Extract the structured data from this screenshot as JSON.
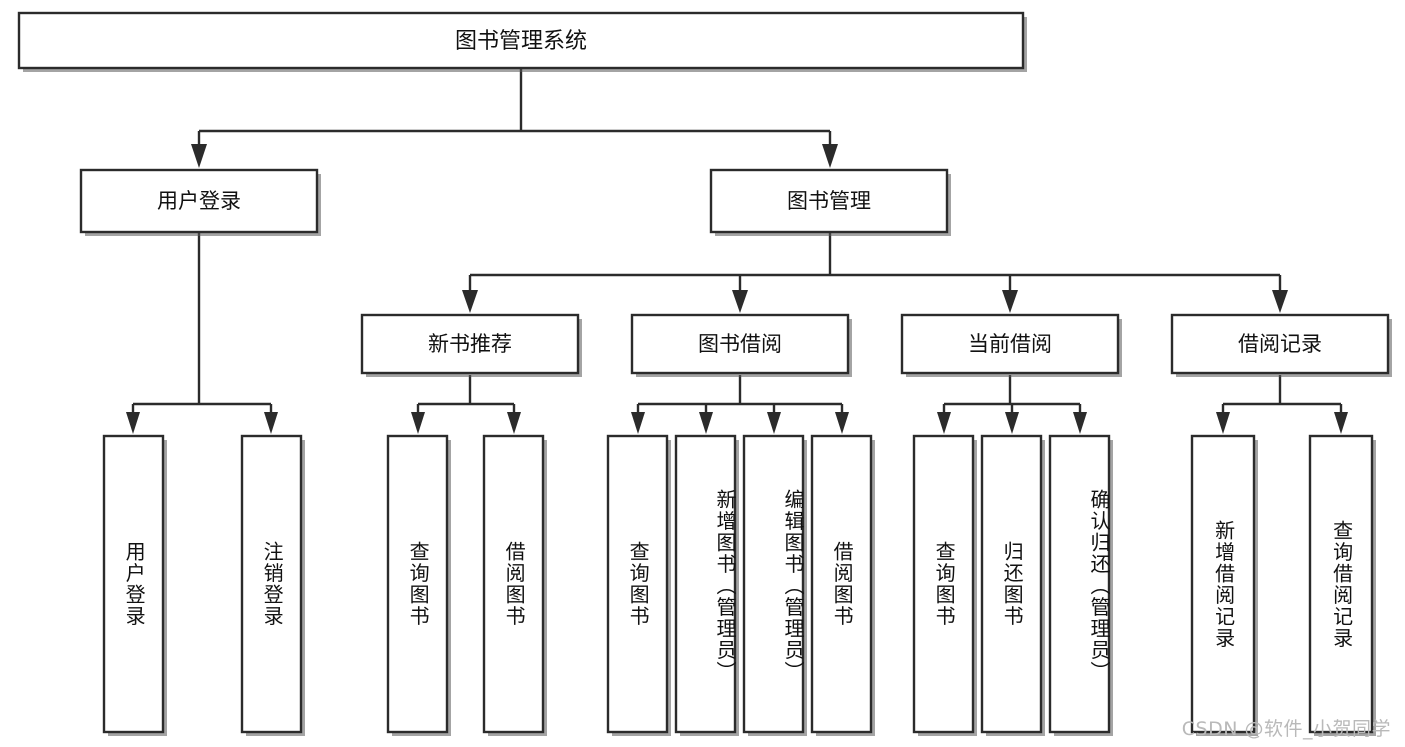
{
  "diagram": {
    "title": "图书管理系统",
    "type": "tree-hierarchy",
    "watermark": "CSDN @软件_小贺同学",
    "colors": {
      "background": "#ffffff",
      "box_stroke": "#2b2b2b",
      "box_fill": "#ffffff",
      "text": "#111111",
      "watermark": "#b9b9b9",
      "shadow": "#5a5a5a"
    },
    "nodes": {
      "root": {
        "label": "图书管理系统"
      },
      "level1": [
        {
          "id": "user-login",
          "label": "用户登录"
        },
        {
          "id": "book-manage",
          "label": "图书管理"
        }
      ],
      "level2": [
        {
          "id": "new-book-rec",
          "label": "新书推荐"
        },
        {
          "id": "book-borrow",
          "label": "图书借阅"
        },
        {
          "id": "current-borrow",
          "label": "当前借阅"
        },
        {
          "id": "borrow-record",
          "label": "借阅记录"
        }
      ],
      "leaves": [
        {
          "id": "leaf-user-login",
          "label": "用户登录",
          "parent": "user-login"
        },
        {
          "id": "leaf-user-logout",
          "label": "注销登录",
          "parent": "user-login"
        },
        {
          "id": "leaf-query-book-1",
          "label": "查询图书",
          "parent": "new-book-rec"
        },
        {
          "id": "leaf-borrow-book-1",
          "label": "借阅图书",
          "parent": "new-book-rec"
        },
        {
          "id": "leaf-query-book-2",
          "label": "查询图书",
          "parent": "book-borrow"
        },
        {
          "id": "leaf-add-book",
          "label": "新增图书（管理员）",
          "parent": "book-borrow"
        },
        {
          "id": "leaf-edit-book",
          "label": "编辑图书（管理员）",
          "parent": "book-borrow"
        },
        {
          "id": "leaf-borrow-book-2",
          "label": "借阅图书",
          "parent": "book-borrow"
        },
        {
          "id": "leaf-query-book-3",
          "label": "查询图书",
          "parent": "current-borrow"
        },
        {
          "id": "leaf-return-book",
          "label": "归还图书",
          "parent": "current-borrow"
        },
        {
          "id": "leaf-confirm-return",
          "label": "确认归还（管理员）",
          "parent": "current-borrow"
        },
        {
          "id": "leaf-add-record",
          "label": "新增借阅记录",
          "parent": "borrow-record"
        },
        {
          "id": "leaf-query-record",
          "label": "查询借阅记录",
          "parent": "borrow-record"
        }
      ]
    }
  }
}
